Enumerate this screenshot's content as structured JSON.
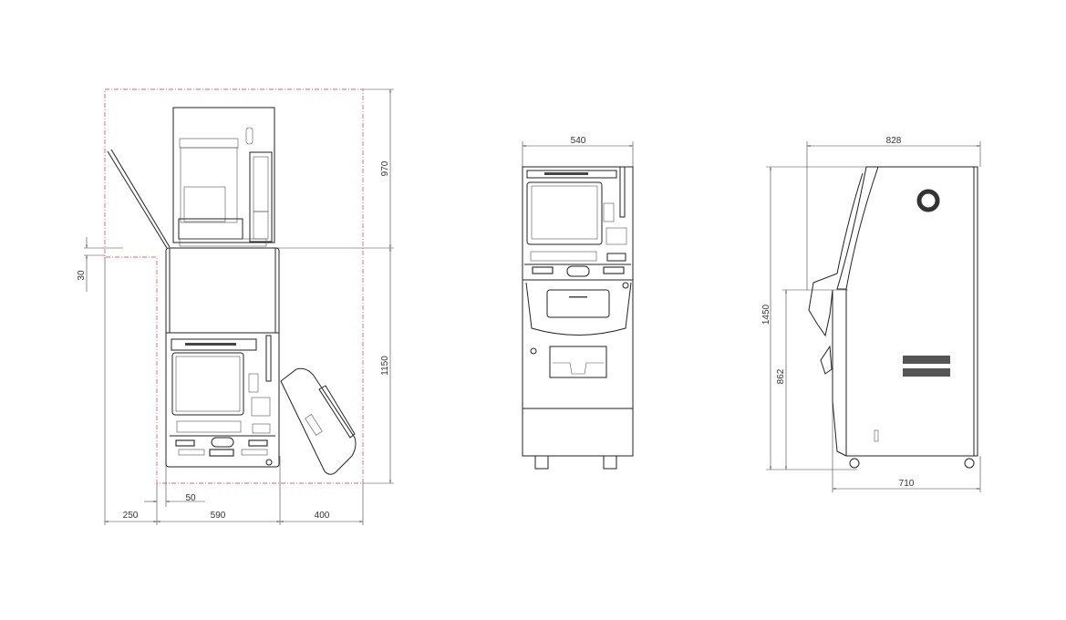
{
  "top_view": {
    "dimensions": {
      "height_upper": "970",
      "height_lower": "1150",
      "offset_top": "30",
      "left_clearance": "250",
      "cabinet_width": "590",
      "right_clearance": "400",
      "offset_side": "50"
    }
  },
  "front_view": {
    "dimensions": {
      "width": "540"
    }
  },
  "side_view": {
    "dimensions": {
      "depth_overall": "828",
      "height_total": "1450",
      "height_counter": "862",
      "depth_base": "710"
    }
  },
  "colors": {
    "line": "#222222",
    "clearance_outline": "#e0607a"
  }
}
